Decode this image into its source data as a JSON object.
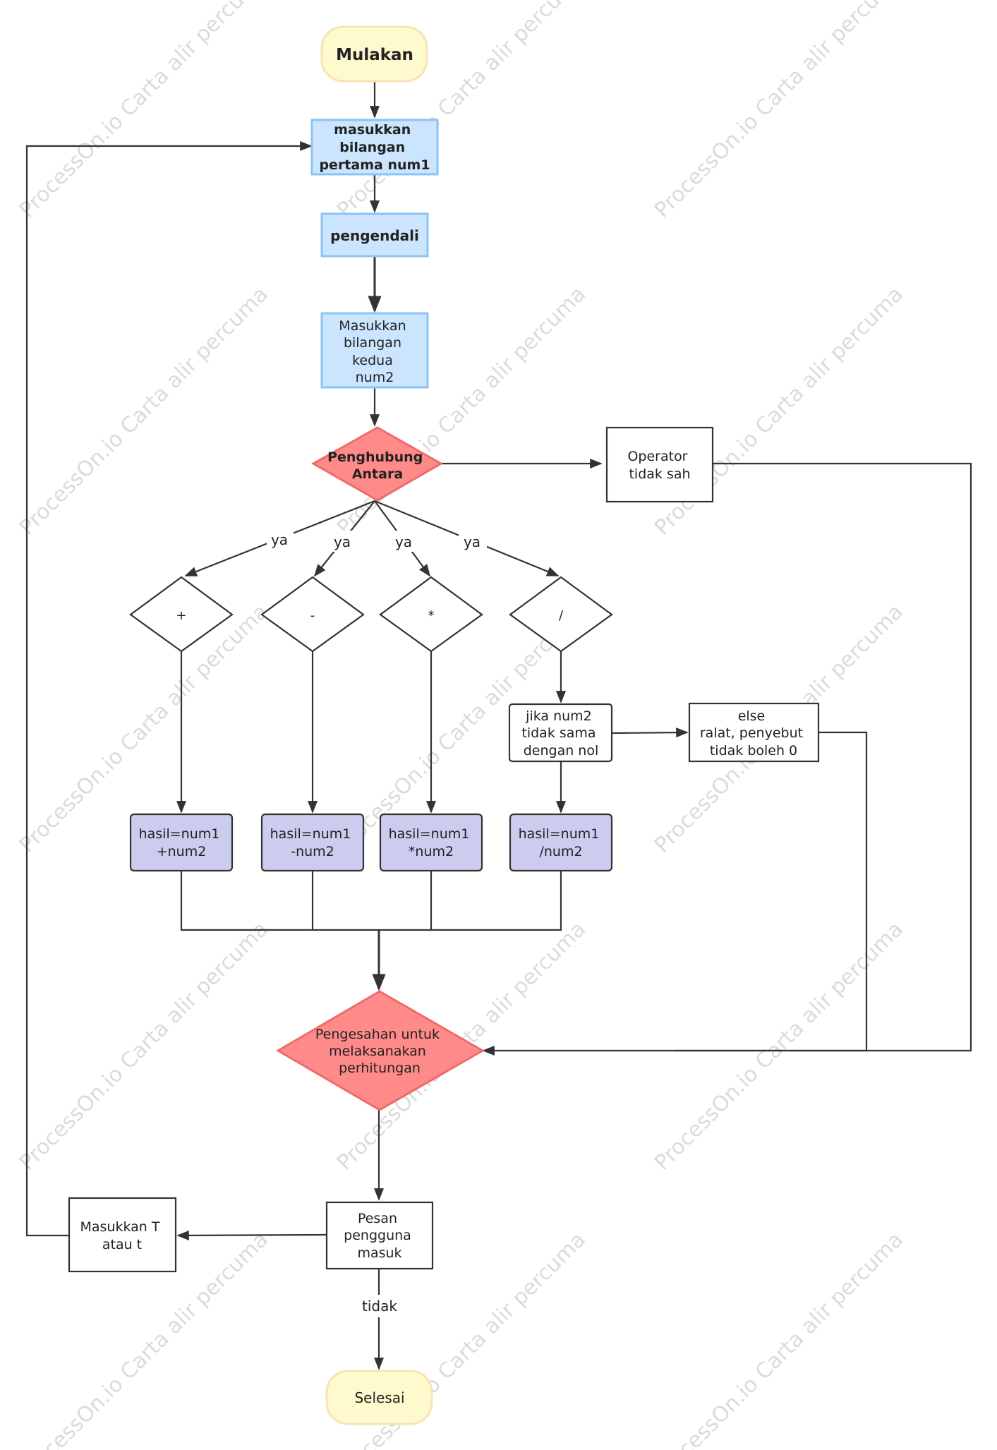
{
  "watermark": "ProcessOn.io Carta alir percuma",
  "colors": {
    "terminal_fill": "#FFFACD",
    "terminal_stroke": "#F7E3B5",
    "input_fill": "#CCE5FF",
    "input_stroke": "#8AC4F5",
    "decision_red_fill": "#FF8A8A",
    "decision_red_stroke": "#F06A6A",
    "calc_fill": "#CCCCEE",
    "calc_stroke": "#333333",
    "plain_stroke": "#333333"
  },
  "nodes": {
    "start": "Mulakan",
    "input_num1": [
      "masukkan",
      "bilangan",
      "pertama num1"
    ],
    "controller": "pengendali",
    "input_num2": [
      "Masukkan",
      "bilangan",
      "kedua",
      "num2"
    ],
    "operator_decision": [
      "Penghubung",
      "Antara"
    ],
    "invalid_operator": [
      "Operator",
      "tidak sah"
    ],
    "op_plus": "+",
    "op_minus": "-",
    "op_times": "*",
    "op_divide": "/",
    "check_zero": [
      "jika num2",
      "tidak sama",
      "dengan nol"
    ],
    "zero_error": [
      "else",
      "ralat, penyebut",
      "tidak boleh 0"
    ],
    "calc_plus": [
      "hasil=num1",
      "+num2"
    ],
    "calc_minus": [
      "hasil=num1",
      "-num2"
    ],
    "calc_times": [
      "hasil=num1",
      "*num2"
    ],
    "calc_divide": [
      "hasil=num1",
      "/num2"
    ],
    "validate": [
      "Pengesahan untuk",
      "melaksanakan",
      "perhitungan"
    ],
    "user_message": [
      "Pesan",
      "pengguna",
      "masuk"
    ],
    "enter_t": [
      "Masukkan T",
      "atau t"
    ],
    "end": "Selesai"
  },
  "edge_labels": {
    "yes_1": "ya",
    "yes_2": "ya",
    "yes_3": "ya",
    "yes_4": "ya",
    "no": "tidak"
  }
}
